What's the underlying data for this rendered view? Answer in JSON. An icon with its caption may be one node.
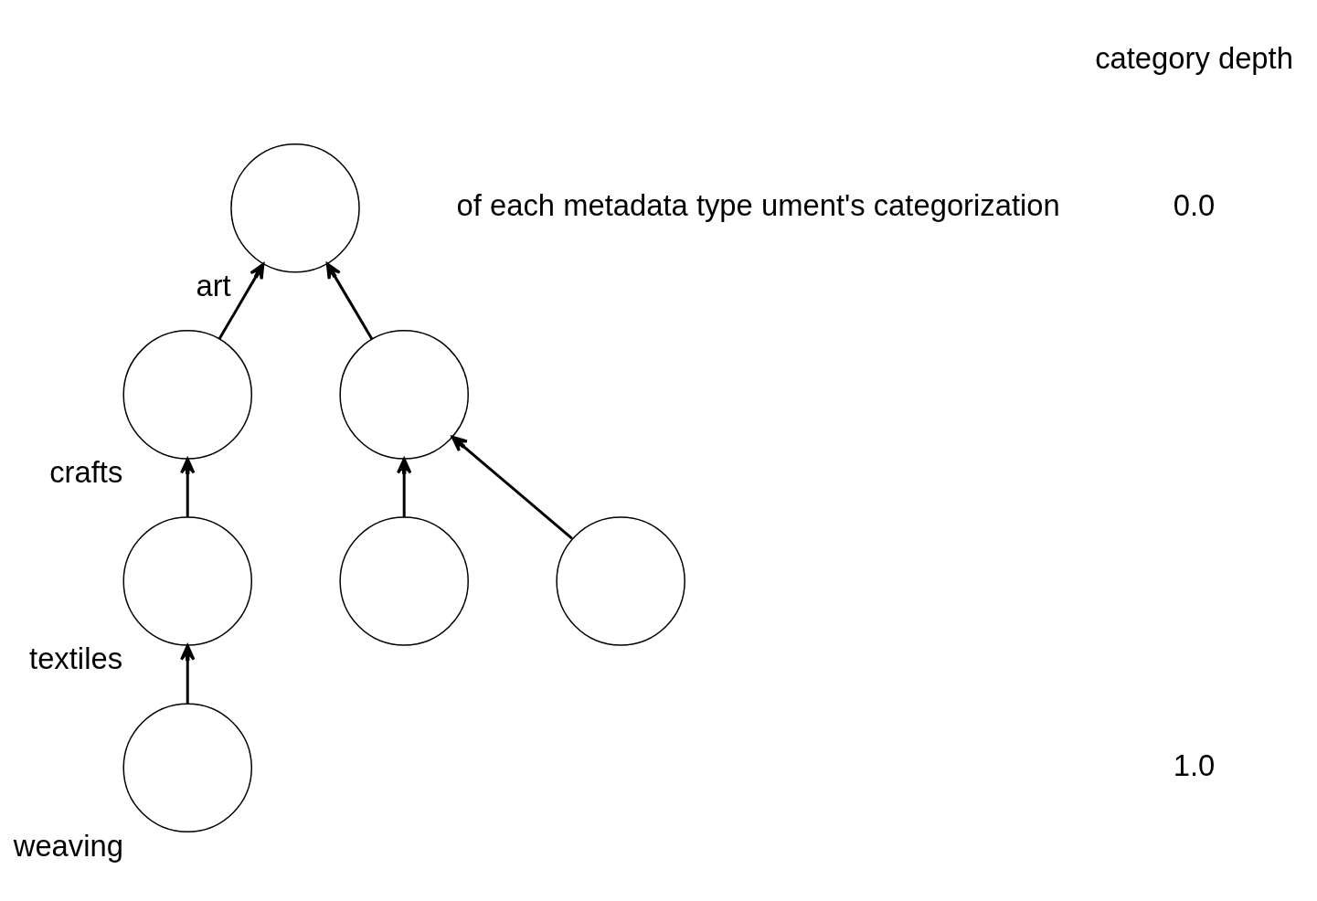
{
  "diagram": {
    "nodes": [
      {
        "text": [
          "art"
        ]
      },
      {
        "text": [
          "crafts"
        ]
      },
      {
        "text": [],
        "shape": "circle"
      },
      {
        "text": [
          "textiles"
        ]
      },
      {
        "text": [],
        "shape": "circle"
      },
      {
        "text": [],
        "shape": "circle"
      },
      {
        "text": [
          "weaving"
        ]
      }
    ],
    "edges": [
      {
        "from": 1,
        "to": 0,
        "arrow": "to"
      },
      {
        "from": 2,
        "to": 0,
        "arrow": "to"
      },
      {
        "from": 3,
        "to": 1,
        "arrow": "to"
      },
      {
        "from": 4,
        "to": 2,
        "arrow": "to"
      },
      {
        "from": 5,
        "to": 2,
        "arrow": "to"
      },
      {
        "from": 6,
        "to": 3,
        "arrow": "to"
      }
    ],
    "labels": [
      "of each metadata type ument's categorization",
      "category depth",
      "0.0",
      "1.0"
    ]
  }
}
